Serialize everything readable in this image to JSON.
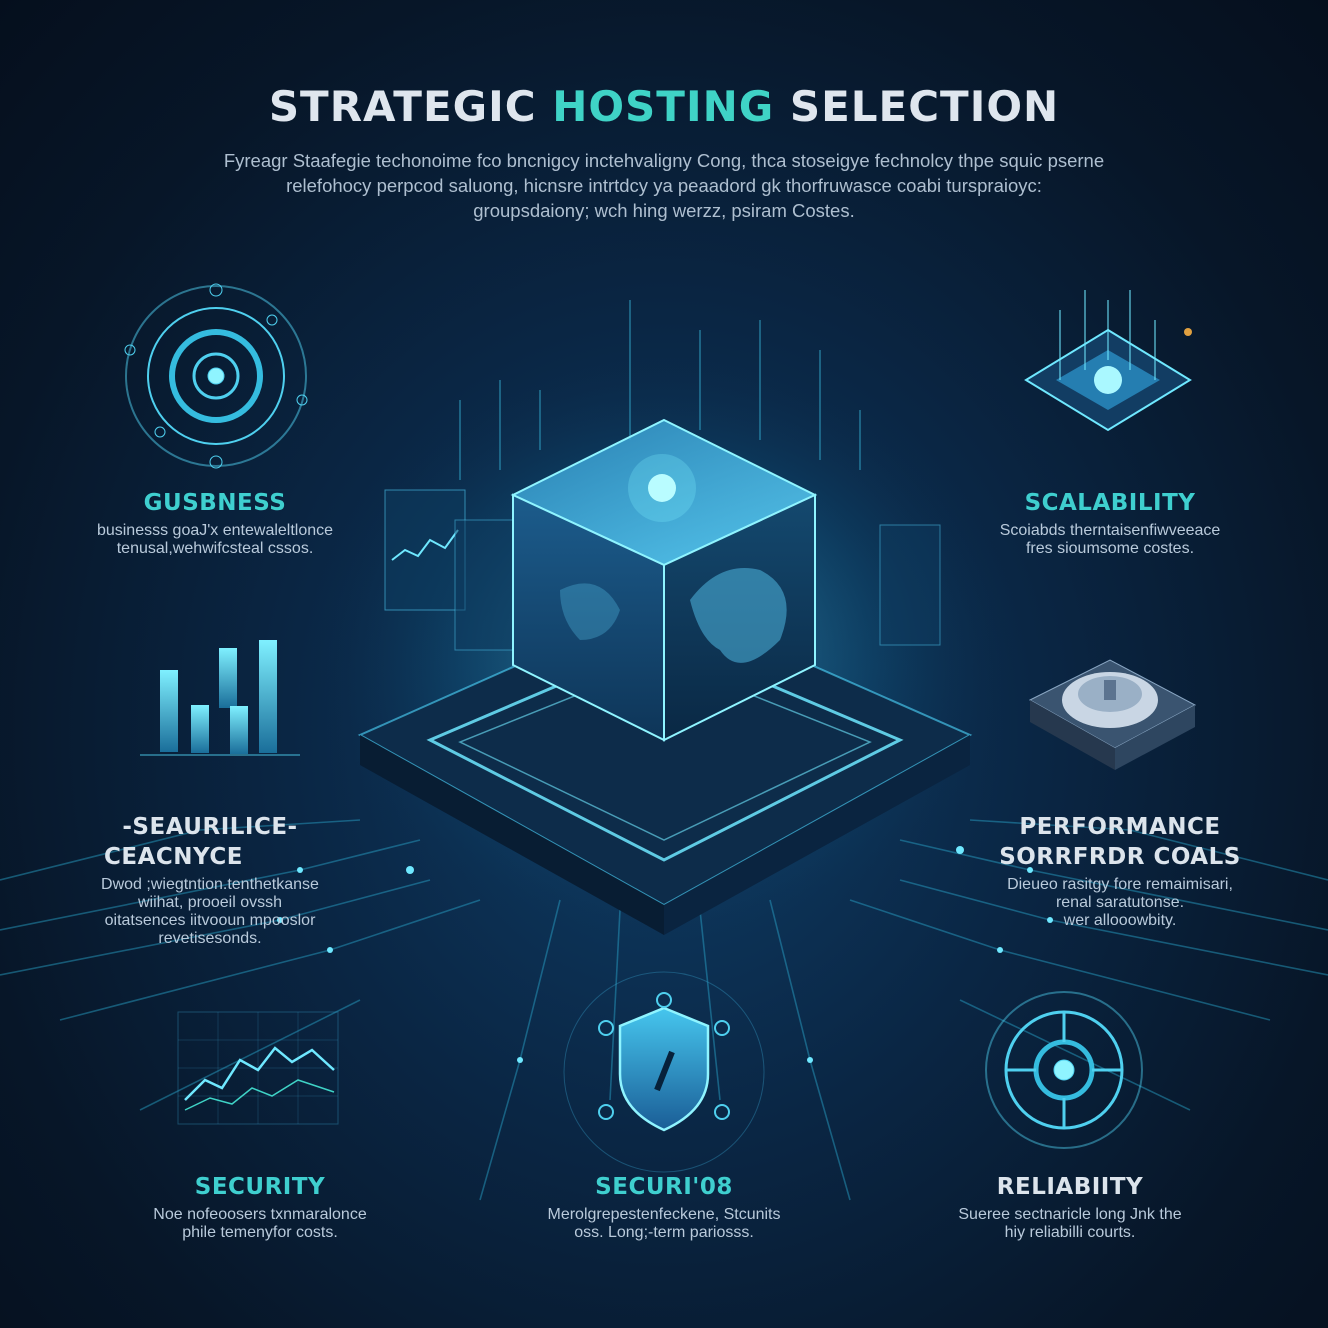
{
  "title": {
    "part1": "STRATEGIC",
    "part2": "HOSTING",
    "part3": "SELECTION"
  },
  "intro": [
    "Fyreagr Staafegie techonoime fco bncnigcy inctehvaligny Cong, thca stoseigye fechnolcy thpe squic pserne",
    "relefohocy perpcod saluong, hicnsre intrtdcy ya peaadord gk thorfruwasce coabi turspraioyc:",
    "groupsdaiony; wch hing werzz, psiram Costes."
  ],
  "cards": {
    "gusbness": {
      "title": "GUSBNESS",
      "lines": [
        "businesss goaJ'x entewaleltlonce",
        "tenusal,wehwifcsteal cssos."
      ]
    },
    "scalability": {
      "title": "SCALABILITY",
      "lines": [
        "Scoiabds therntaisenfiwveeace",
        "fres sioumsome costes."
      ]
    },
    "seaurilice": {
      "title_line1": "-SEAURILICE-",
      "title_line2": "CEACNYCE",
      "lines": [
        "Dwod ;wiegtntion.tenthetkanse",
        "wiihat, prooeil ovssh",
        "oitatsences iitvooun mpooslor",
        "revetisesonds."
      ]
    },
    "performance": {
      "title_line1": "PERFORMANCE",
      "title_line2": "SORRFRDR COALS",
      "lines": [
        "Dieueo rasitgy fore remaimisari,",
        "renal saratutonse.",
        "wer allooowbity."
      ]
    },
    "security1": {
      "title": "SECURITY",
      "lines": [
        "Noe nofeoosers txnmaralonce",
        "phile temenyfor costs."
      ]
    },
    "security2": {
      "title": "SECURI'08",
      "lines": [
        "Merolgrepestenfeckene, Stcunits",
        "oss. Long;-term pariosss."
      ]
    },
    "reliability": {
      "title": "RELIABIITY",
      "lines": [
        "Sueree sectnaricle long Jnk the",
        "hiy reliabilli courts."
      ]
    }
  },
  "icons": {
    "gusbness": "target-ring-icon",
    "bars": "bar-chart-icon",
    "scalability": "chip-icon",
    "performance": "server-dome-icon",
    "security1": "line-chart-icon",
    "security2": "shield-icon",
    "reliability": "gauge-ring-icon",
    "center": "server-cube-icon"
  },
  "colors": {
    "accent": "#3fd3c6",
    "glow": "#5fe6ff",
    "background": "#071628"
  }
}
